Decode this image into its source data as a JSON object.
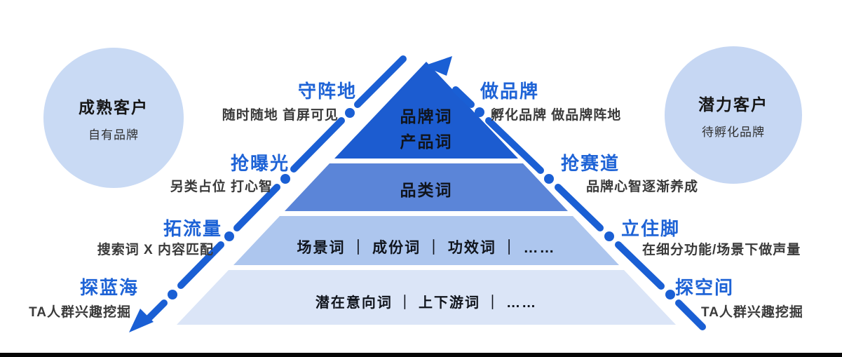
{
  "title": "品牌关键词金字塔营销图",
  "colors": {
    "accent_blue": "#1e63d6",
    "flow_line": "#1a5fd4",
    "circle_fill": "#c9daf4",
    "desc_text": "#3a3a3a",
    "layer_text": "#10141c",
    "level1_fill": "#1c5cd0",
    "level2_fill": "#5b85d8",
    "level3_fill": "#adc6ee",
    "level4_fill": "#dbe5f7"
  },
  "left_circle": {
    "title": "成熟客户",
    "subtitle": "自有品牌"
  },
  "right_circle": {
    "title": "潜力客户",
    "subtitle": "待孵化品牌"
  },
  "left_steps": [
    {
      "label": "守阵地",
      "desc": "随时随地 首屏可见"
    },
    {
      "label": "抢曝光",
      "desc": "另类占位 打心智"
    },
    {
      "label": "拓流量",
      "desc": "搜索词 X 内容匹配"
    },
    {
      "label": "探蓝海",
      "desc": "TA人群兴趣挖掘"
    }
  ],
  "right_steps": [
    {
      "label": "做品牌",
      "desc": "孵化品牌 做品牌阵地"
    },
    {
      "label": "抢赛道",
      "desc": "品牌心智逐渐养成"
    },
    {
      "label": "立住脚",
      "desc": "在细分功能/场景下做声量"
    },
    {
      "label": "探空间",
      "desc": "TA人群兴趣挖掘"
    }
  ],
  "pyramid": {
    "levels": [
      {
        "label": "品牌词",
        "label2": "产品词",
        "color": "#1c5cd0"
      },
      {
        "label": "品类词",
        "color": "#5b85d8"
      },
      {
        "label": "场景词 ｜ 成份词 ｜ 功效词 ｜ ……",
        "color": "#adc6ee"
      },
      {
        "label": "潜在意向词 ｜ 上下游词 ｜ ……",
        "color": "#dbe5f7"
      }
    ]
  }
}
